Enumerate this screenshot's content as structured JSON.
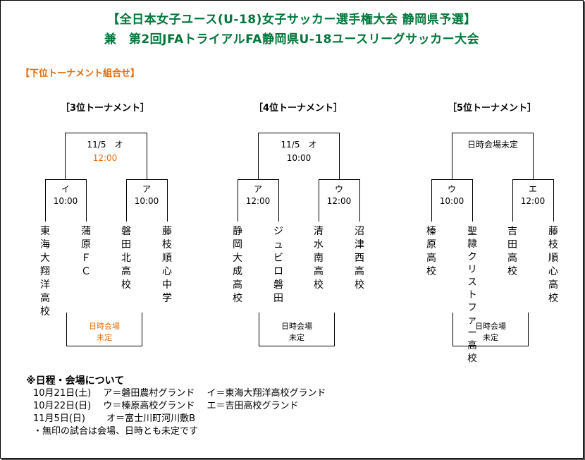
{
  "title_line1": "【全日本女子ユース(U-18)女子サッカー選手権大会 静岡県予選】",
  "title_line2": "兼　第2回JFAトライアルFA静岡県U-18ユースリーグサッカー大会",
  "section_heading": "【下位トーナメント組合せ】",
  "brackets": [
    {
      "label": "［3位トーナメント］",
      "final": {
        "code": "11/5　オ",
        "time": "12:00"
      },
      "semis": [
        {
          "code": "イ",
          "time": "10:00"
        },
        {
          "code": "ア",
          "time": "10:00"
        }
      ],
      "teams": [
        "東海大翔洋高校",
        "蒲原ＦＣ",
        "磐田北高校",
        "藤枝順心中学"
      ],
      "venue": [
        "日時会場",
        "未定"
      ]
    },
    {
      "label": "［4位トーナメント］",
      "final": {
        "code": "11/5　オ",
        "time": "10:00"
      },
      "semis": [
        {
          "code": "ア",
          "time": "12:00"
        },
        {
          "code": "ウ",
          "time": "12:00"
        }
      ],
      "teams": [
        "静岡大成高校",
        "ジュビロ磐田",
        "清水南高校",
        "沼津西高校"
      ],
      "venue": [
        "日時会場",
        "未定"
      ]
    },
    {
      "label": "［5位トーナメント］",
      "final": {
        "code": "日時会場未定",
        "time": ""
      },
      "semis": [
        {
          "code": "ウ",
          "time": "10:00"
        },
        {
          "code": "エ",
          "time": "12:00"
        }
      ],
      "teams": [
        "榛原高校",
        "聖隷クリストファー高校",
        "吉田高校",
        "藤枝順心高校"
      ],
      "venue": [
        "日時会場",
        "未定"
      ]
    }
  ],
  "schedule": {
    "heading": "※日程・会場について",
    "rows": [
      "10月21日(土)　 ア＝磐田農村グランド　 イ＝東海大翔洋高校グランド",
      "10月22日(日)　 ウ＝榛原高校グランド　 エ＝吉田高校グランド",
      "11月5日(日)　　 オ＝富士川町河川敷B",
      "・無印の試合は会場、日時とも未定です"
    ]
  },
  "colors": {
    "title": "#00763a",
    "accent": "#e36c09"
  }
}
